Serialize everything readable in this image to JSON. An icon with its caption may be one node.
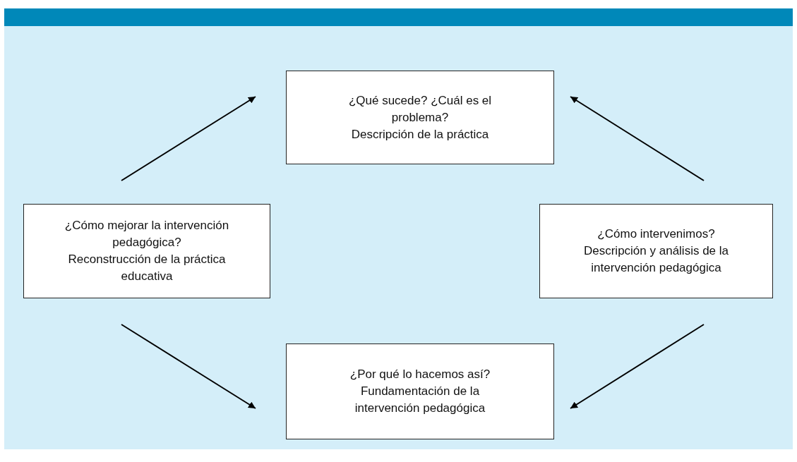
{
  "diagram": {
    "nodes": [
      {
        "text": [
          "¿Qué sucede? ¿Cuál es el problema?",
          "Descripción de la práctica"
        ]
      },
      {
        "text": [
          "¿Cómo intervenimos?",
          "Descripción y análisis de la intervención pedagógica"
        ]
      },
      {
        "text": [
          "¿Por qué lo hacemos así?",
          "Fundamentación de la intervención pedagógica"
        ]
      },
      {
        "text": [
          "¿Cómo mejorar la intervención pedagógica?",
          "Reconstrucción de la práctica educativa"
        ]
      }
    ],
    "edges": [
      {
        "from": 3,
        "to": 0,
        "arrow": "to"
      },
      {
        "from": 1,
        "to": 0,
        "arrow": "to"
      },
      {
        "from": 1,
        "to": 2,
        "arrow": "to"
      },
      {
        "from": 3,
        "to": 2,
        "arrow": "to"
      }
    ]
  }
}
